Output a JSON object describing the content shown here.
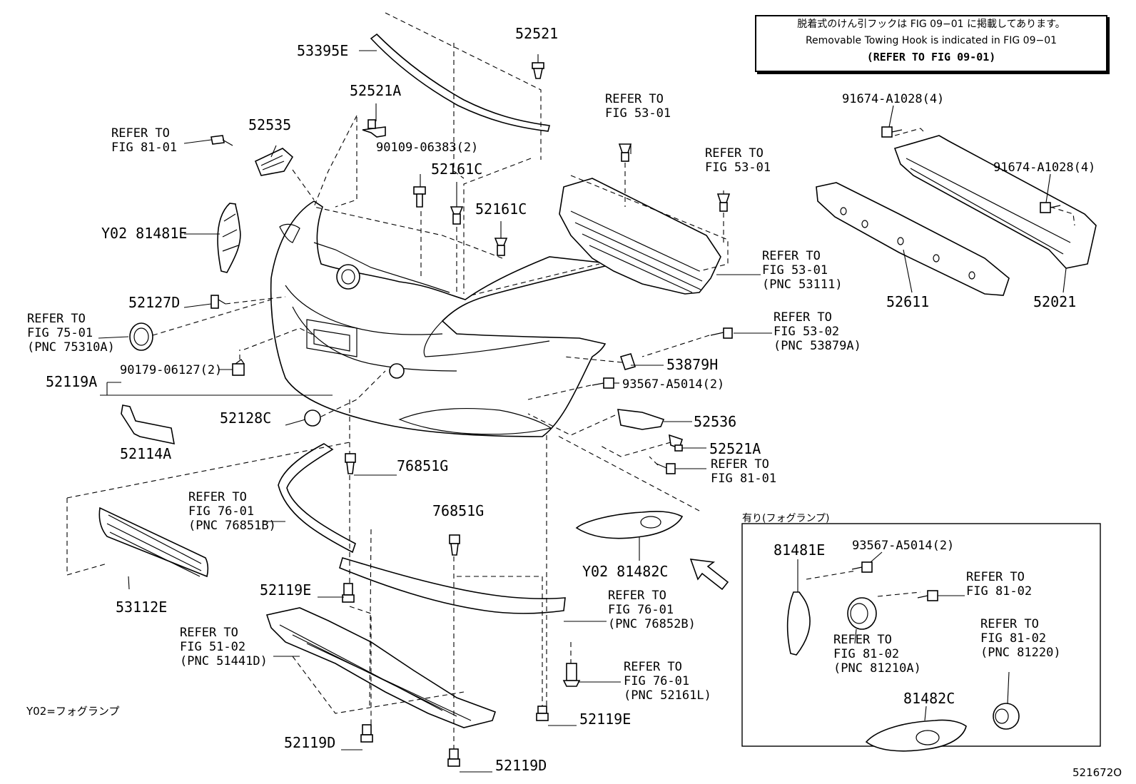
{
  "note": {
    "line_ja": "脱着式のけん引フックは FIG 09−01 に掲載してあります。",
    "line_en": "Removable Towing Hook is indicated in FIG 09−01",
    "line_ref": "(REFER TO FIG 09-01)"
  },
  "inset": {
    "title": "有り(フォグランプ)"
  },
  "legend": "Y02=フォグランプ",
  "figure_id": "521672O",
  "callouts": {
    "c53395E": "53395E",
    "c52521": "52521",
    "c52521A_top": "52521A",
    "c52535": "52535",
    "c90109": "90109-06383(2)",
    "c52161C_1": "52161C",
    "c52161C_2": "52161C",
    "c81481E_main": "Y02 81481E",
    "c52127D": "52127D",
    "c52119A": "52119A",
    "c90179": "90179-06127(2)",
    "c52128C": "52128C",
    "c52114A": "52114A",
    "c76851G_1": "76851G",
    "c76851G_2": "76851G",
    "c53112E": "53112E",
    "c52119E_1": "52119E",
    "c52119E_2": "52119E",
    "c52119D_1": "52119D",
    "c52119D_2": "52119D",
    "c53879H": "53879H",
    "c93567_main": "93567-A5014(2)",
    "c52536": "52536",
    "c52521A_right": "52521A",
    "c81482C_main": "Y02 81482C",
    "c91674_1": "91674-A1028(4)",
    "c91674_2": "91674-A1028(4)",
    "c52611": "52611",
    "c52021": "52021",
    "c81481E_inset": "81481E",
    "c93567_inset": "93567-A5014(2)",
    "c81482C_inset": "81482C"
  },
  "refers": {
    "r_fig81_01_a": [
      "REFER TO",
      "FIG 81-01"
    ],
    "r_fig75_01": [
      "REFER TO",
      "FIG 75-01",
      "(PNC 75310A)"
    ],
    "r_fig53_01_a": [
      "REFER TO",
      "FIG 53-01"
    ],
    "r_fig53_01_b": [
      "REFER TO",
      "FIG 53-01"
    ],
    "r_fig53_01_c": [
      "REFER TO",
      "FIG 53-01",
      "(PNC 53111)"
    ],
    "r_fig53_02": [
      "REFER TO",
      "FIG 53-02",
      "(PNC 53879A)"
    ],
    "r_fig81_01_b": [
      "REFER TO",
      "FIG 81-01"
    ],
    "r_fig76_01_a": [
      "REFER TO",
      "FIG 76-01",
      "(PNC 76851B)"
    ],
    "r_fig76_01_b": [
      "REFER TO",
      "FIG 76-01",
      "(PNC 76852B)"
    ],
    "r_fig51_02": [
      "REFER TO",
      "FIG 51-02",
      "(PNC 51441D)"
    ],
    "r_fig76_01_c": [
      "REFER TO",
      "FIG 76-01",
      "(PNC 52161L)"
    ],
    "r_fig81_02_a": [
      "REFER TO",
      "FIG 81-02"
    ],
    "r_fig81_02_b": [
      "REFER TO",
      "FIG 81-02",
      "(PNC 81210A)"
    ],
    "r_fig81_02_c": [
      "REFER TO",
      "FIG 81-02",
      "(PNC 81220)"
    ]
  }
}
